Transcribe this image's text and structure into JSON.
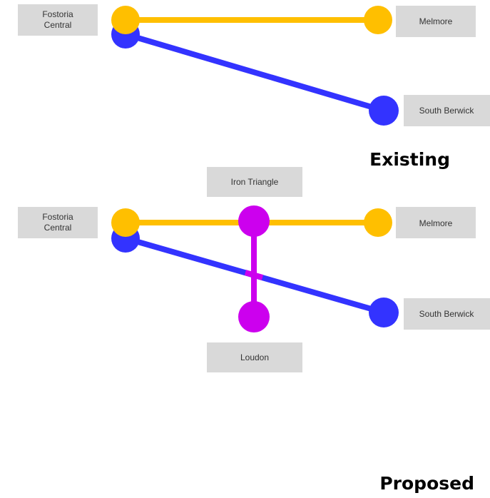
{
  "colors": {
    "yellow_line": "#ffbf00",
    "blue_line": "#3333ff",
    "magenta_line": "#cc00ee",
    "label_box": "#d9d9d9"
  },
  "existing": {
    "title": "Existing",
    "stations": {
      "fostoria_line1": "Fostoria",
      "fostoria_line2": "Central",
      "melmore": "Melmore",
      "south_berwick": "South Berwick"
    }
  },
  "proposed": {
    "title": "Proposed",
    "stations": {
      "fostoria_line1": "Fostoria",
      "fostoria_line2": "Central",
      "melmore": "Melmore",
      "south_berwick": "South Berwick",
      "iron_triangle": "Iron Triangle",
      "loudon": "Loudon"
    }
  }
}
